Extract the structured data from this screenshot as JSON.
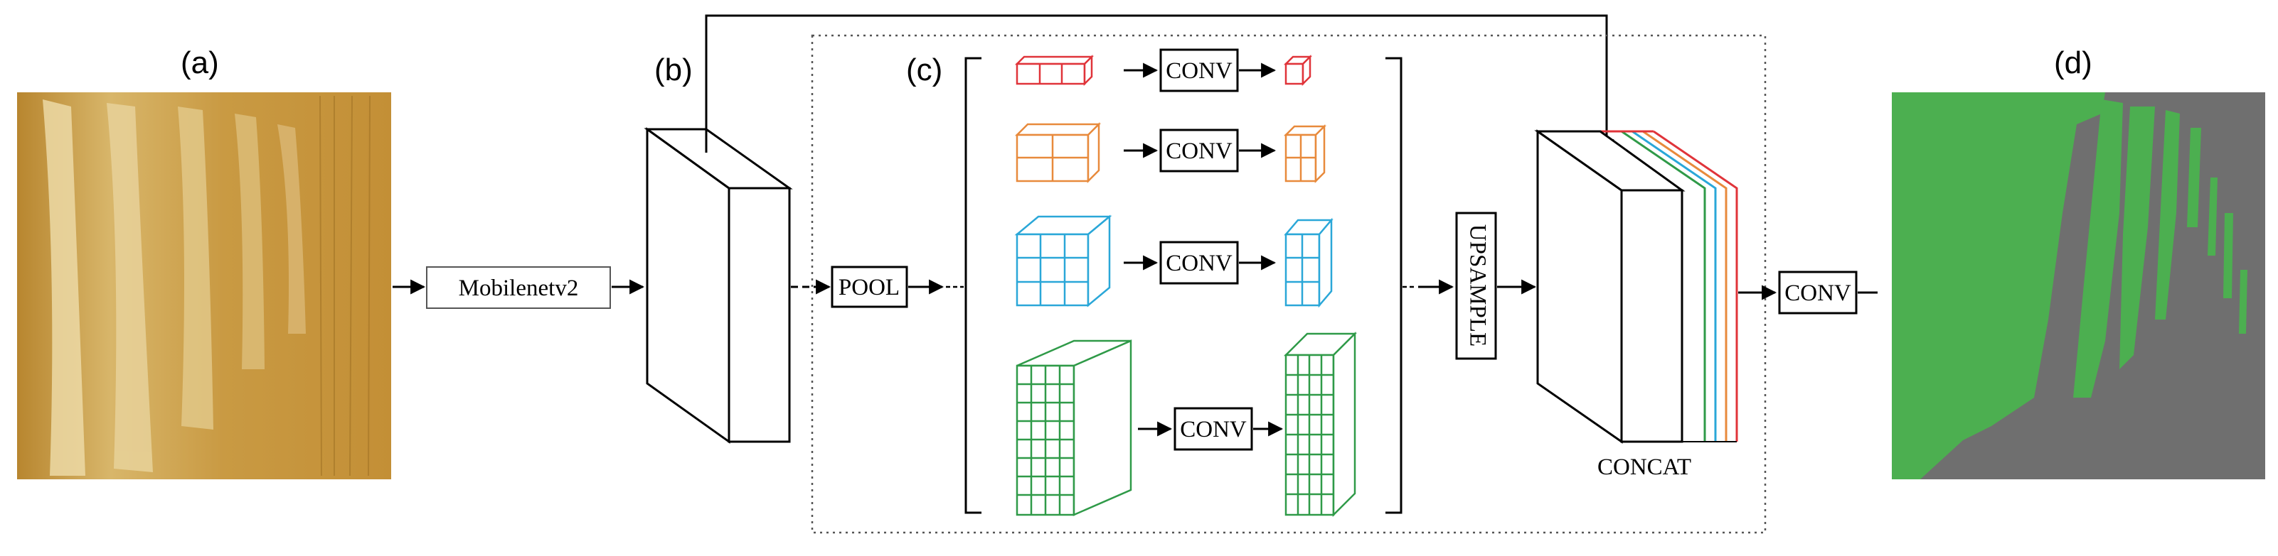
{
  "panels": {
    "a": "(a)",
    "b": "(b)",
    "c": "(c)",
    "d": "(d)"
  },
  "blocks": {
    "backbone": "Mobilenetv2",
    "pool": "POOL",
    "conv_branch_1": "CONV",
    "conv_branch_2": "CONV",
    "conv_branch_3": "CONV",
    "conv_branch_4": "CONV",
    "upsample": "UPSAMPLE",
    "concat": "CONCAT",
    "conv_final": "CONV"
  },
  "colors": {
    "branch_1": "#e0343a",
    "branch_2": "#e88a3c",
    "branch_3": "#2aa7d8",
    "branch_4": "#2f9a48",
    "segmentation_fg": "#4caf50",
    "segmentation_bg": "#6f6f6f",
    "wood_base": "#c89a3e",
    "wood_light": "#ead7a2"
  },
  "icons": [
    "arrow-right",
    "feature-map-block",
    "brace-left",
    "brace-right"
  ]
}
